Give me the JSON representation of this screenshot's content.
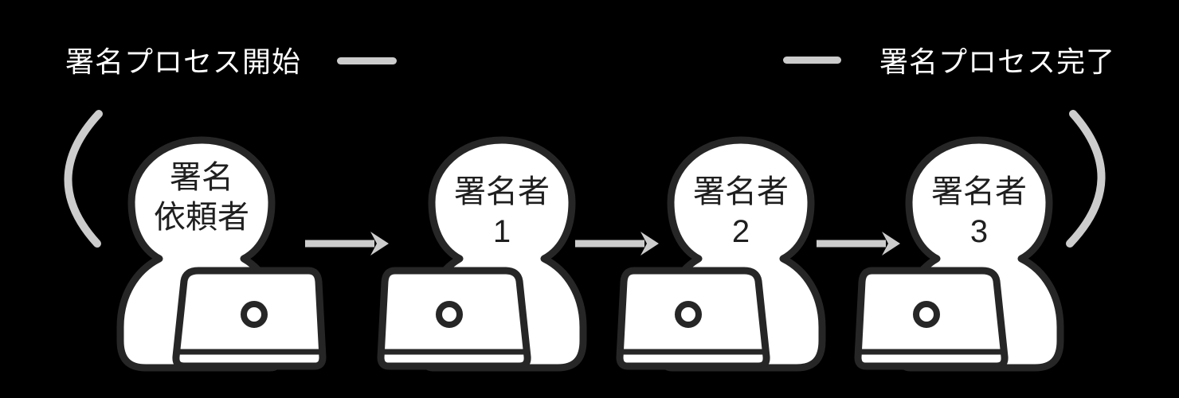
{
  "canvas": {
    "background": "#000000",
    "accent_gray": "#cccccc",
    "outline_dark": "#262626",
    "fill_white": "#ffffff",
    "title_color": "#ffffff",
    "label_color": "#1f1f1f"
  },
  "labels": {
    "start": "署名プロセス開始",
    "end": "署名プロセス完了"
  },
  "persons": [
    {
      "role": "requester",
      "line1": "署名",
      "line2": "依頼者"
    },
    {
      "role": "signer",
      "line1": "署名者",
      "line2": "1"
    },
    {
      "role": "signer",
      "line1": "署名者",
      "line2": "2"
    },
    {
      "role": "signer",
      "line1": "署名者",
      "line2": "3"
    }
  ],
  "icons": {
    "bracket_left": "opening-parenthesis",
    "bracket_right": "closing-parenthesis",
    "arrow": "right-chevron-arrow",
    "person": "person-at-laptop"
  }
}
